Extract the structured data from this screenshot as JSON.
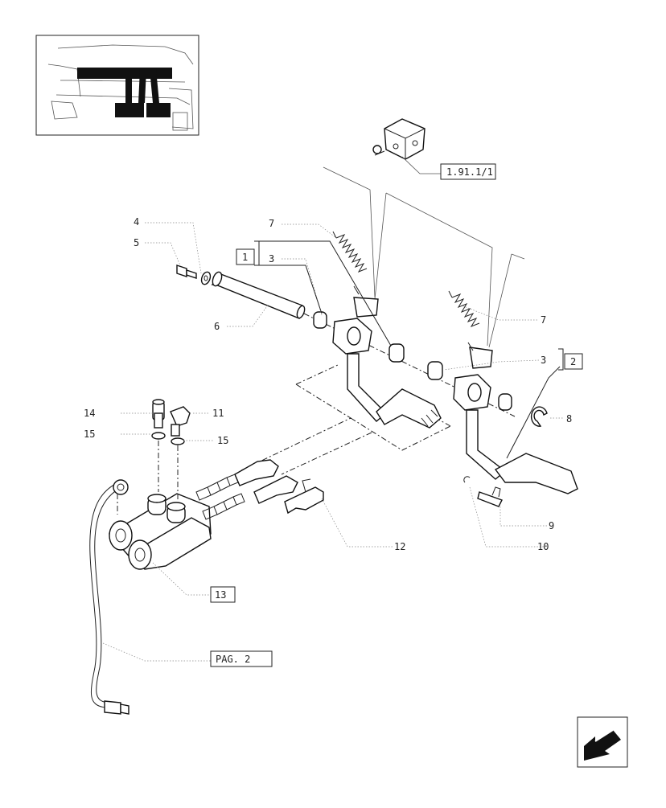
{
  "diagram": {
    "reference_box": "1.91.1/1",
    "page_ref": "PAG. 2",
    "labels": {
      "l1": "1",
      "l2": "2",
      "l3a": "3",
      "l3b": "3",
      "l4": "4",
      "l5": "5",
      "l6": "6",
      "l7a": "7",
      "l7b": "7",
      "l8": "8",
      "l9": "9",
      "l10": "10",
      "l11": "11",
      "l12": "12",
      "l13": "13",
      "l14": "14",
      "l15a": "15",
      "l15b": "15"
    }
  },
  "colors": {
    "ink": "#111111",
    "paper": "#ffffff",
    "leader": "#888888"
  },
  "icons": {
    "thumbnail": "tractor-pedals-thumbnail",
    "nav": "next-page-arrow-icon"
  }
}
